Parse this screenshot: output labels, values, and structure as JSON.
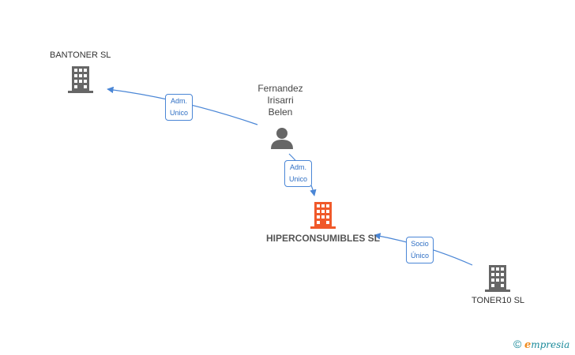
{
  "nodes": {
    "bantoner": {
      "label": "BANTONER SL",
      "color": "#666666"
    },
    "person": {
      "name_lines": [
        "Fernandez",
        "Irisarri",
        "Belen"
      ],
      "color": "#666666"
    },
    "main": {
      "label": "HIPERCONSUMIBLES SL",
      "color": "#f0592a"
    },
    "toner10": {
      "label": "TONER10 SL",
      "color": "#666666"
    }
  },
  "edges": [
    {
      "from": "person",
      "to": "bantoner",
      "label_lines": [
        "Adm.",
        "Unico"
      ]
    },
    {
      "from": "person",
      "to": "main",
      "label_lines": [
        "Adm.",
        "Unico"
      ]
    },
    {
      "from": "toner10",
      "to": "main",
      "label_lines": [
        "Socio",
        "Único"
      ]
    }
  ],
  "edge_color": "#4a86d6",
  "footer": {
    "copyright_symbol": "©",
    "brand_first": "e",
    "brand_rest": "mpresia"
  }
}
